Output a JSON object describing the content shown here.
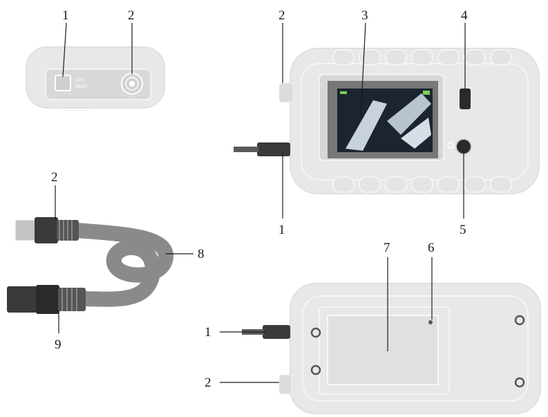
{
  "callouts": {
    "top_left_1": "1",
    "top_left_2": "2",
    "front_2": "2",
    "front_3": "3",
    "front_4": "4",
    "front_1": "1",
    "front_5": "5",
    "cable_2": "2",
    "cable_8": "8",
    "cable_9": "9",
    "back_7": "7",
    "back_6": "6",
    "back_1": "1",
    "back_2": "2"
  },
  "device_text": {
    "top_port_label_line1": "DATA",
    "top_port_label_line2": "VIDEO"
  },
  "colors": {
    "device_body": "#e8e8e8",
    "cable": "#8a8a8a",
    "connector_dark": "#3a3a3a",
    "screen_frame": "#777777",
    "leader_lines": "#1a1a1a"
  }
}
